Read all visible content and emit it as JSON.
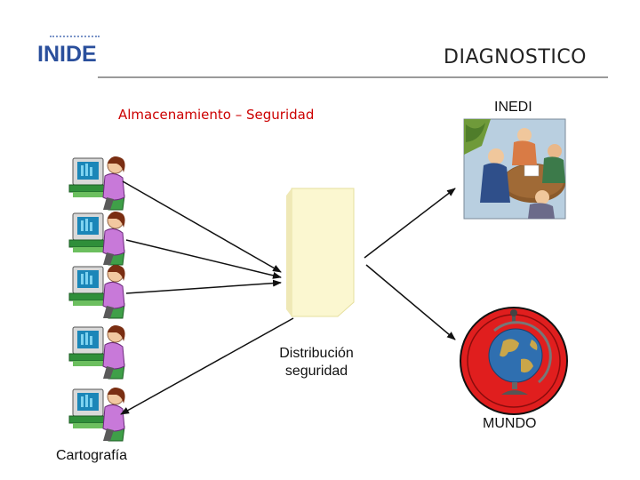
{
  "header": {
    "logo_text": "INIDE",
    "title": "DIAGNOSTICO"
  },
  "diagram": {
    "subtitle": "Almacenamiento – Seguridad",
    "right_top_label": "INEDI",
    "right_bottom_label": "MUNDO",
    "left_bottom_label": "Cartografía",
    "center_label_line1": "Distribución",
    "center_label_line2": "seguridad",
    "workstations": [
      "workstation",
      "workstation",
      "workstation",
      "workstation",
      "workstation"
    ],
    "icons": {
      "workstation": "person-at-computer-icon",
      "server": "document-stack-icon",
      "inedi": "business-meeting-photo",
      "mundo": "globe-icon"
    },
    "colors": {
      "subtitle": "#cc0000",
      "server": "#fbf7d0",
      "globe_ring": "#e01e1e",
      "rule": "#9a9a9a"
    }
  }
}
